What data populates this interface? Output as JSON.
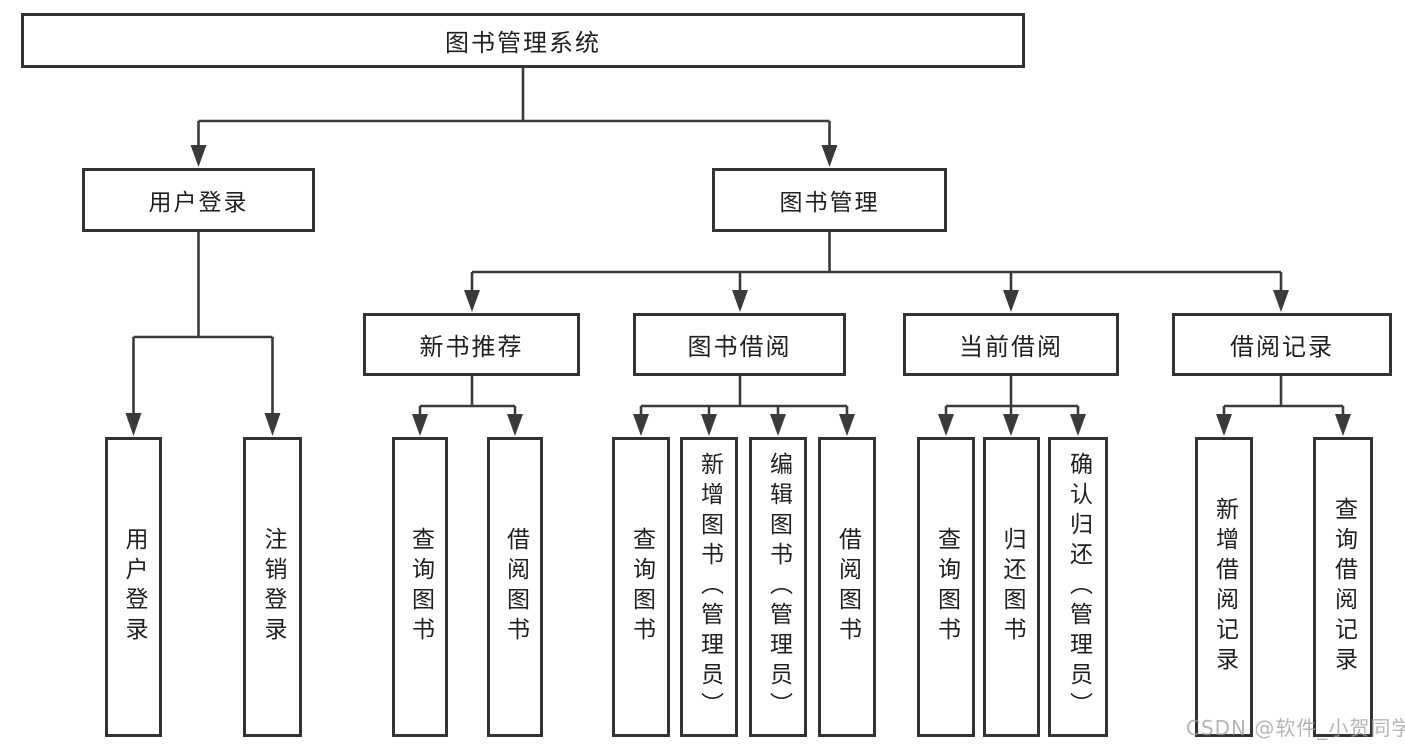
{
  "diagram": {
    "root": {
      "label": "图书管理系统"
    },
    "level2": [
      {
        "label": "用户登录",
        "children": [
          {
            "label": "用户登录"
          },
          {
            "label": "注销登录"
          }
        ]
      },
      {
        "label": "图书管理",
        "children": [
          {
            "label": "新书推荐",
            "children": [
              {
                "label": "查询图书"
              },
              {
                "label": "借阅图书"
              }
            ]
          },
          {
            "label": "图书借阅",
            "children": [
              {
                "label": "查询图书"
              },
              {
                "label": "新增图书（管理员）"
              },
              {
                "label": "编辑图书（管理员）"
              },
              {
                "label": "借阅图书"
              }
            ]
          },
          {
            "label": "当前借阅",
            "children": [
              {
                "label": "查询图书"
              },
              {
                "label": "归还图书"
              },
              {
                "label": "确认归还（管理员）"
              }
            ]
          },
          {
            "label": "借阅记录",
            "children": [
              {
                "label": "新增借阅记录"
              },
              {
                "label": "查询借阅记录"
              }
            ]
          }
        ]
      }
    ]
  },
  "watermark": {
    "text": "CSDN @软件_小贺同学"
  },
  "colors": {
    "line": "#3a3a3a",
    "box_border": "#333333",
    "text": "#1f1f1f",
    "watermark": "#a0a0a0",
    "background": "#ffffff"
  }
}
